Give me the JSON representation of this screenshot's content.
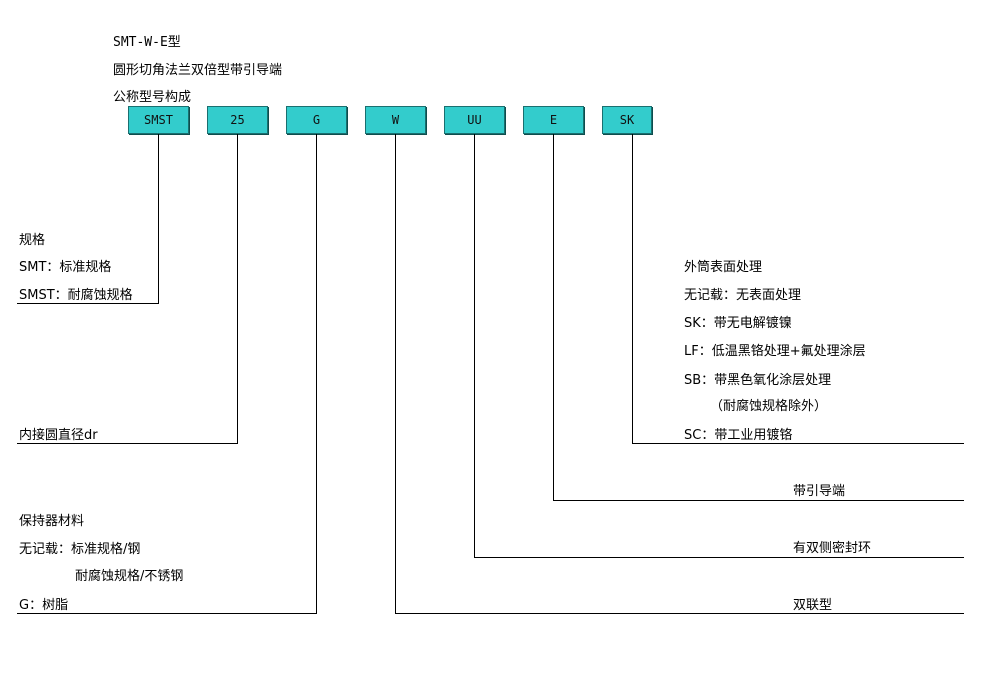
{
  "header": {
    "model": "SMT-W-E型",
    "title": "圆形切角法兰双倍型带引导端",
    "subtitle": "公称型号构成"
  },
  "codes": [
    "SMST",
    "25",
    "G",
    "W",
    "UU",
    "E",
    "SK"
  ],
  "left": {
    "spec": {
      "heading": "规格",
      "smt": "SMT：标准规格",
      "smst": "SMST：耐腐蚀规格"
    },
    "bore": "内接圆直径dr",
    "retainer": {
      "heading": "保持器材料",
      "none": "无记载：标准规格/钢",
      "none2": "耐腐蚀规格/不锈钢",
      "g": "G：树脂"
    }
  },
  "right": {
    "surface": {
      "heading": "外筒表面处理",
      "none": "无记载：无表面处理",
      "sk": "SK：带无电解镀镍",
      "lf": "LF：低温黑铬处理+氟处理涂层",
      "sb": "SB：带黑色氧化涂层处理",
      "sb_note": "（耐腐蚀规格除外）",
      "sc": "SC：带工业用镀铬"
    },
    "guide": "带引导端",
    "seal": "有双侧密封环",
    "double": "双联型"
  }
}
